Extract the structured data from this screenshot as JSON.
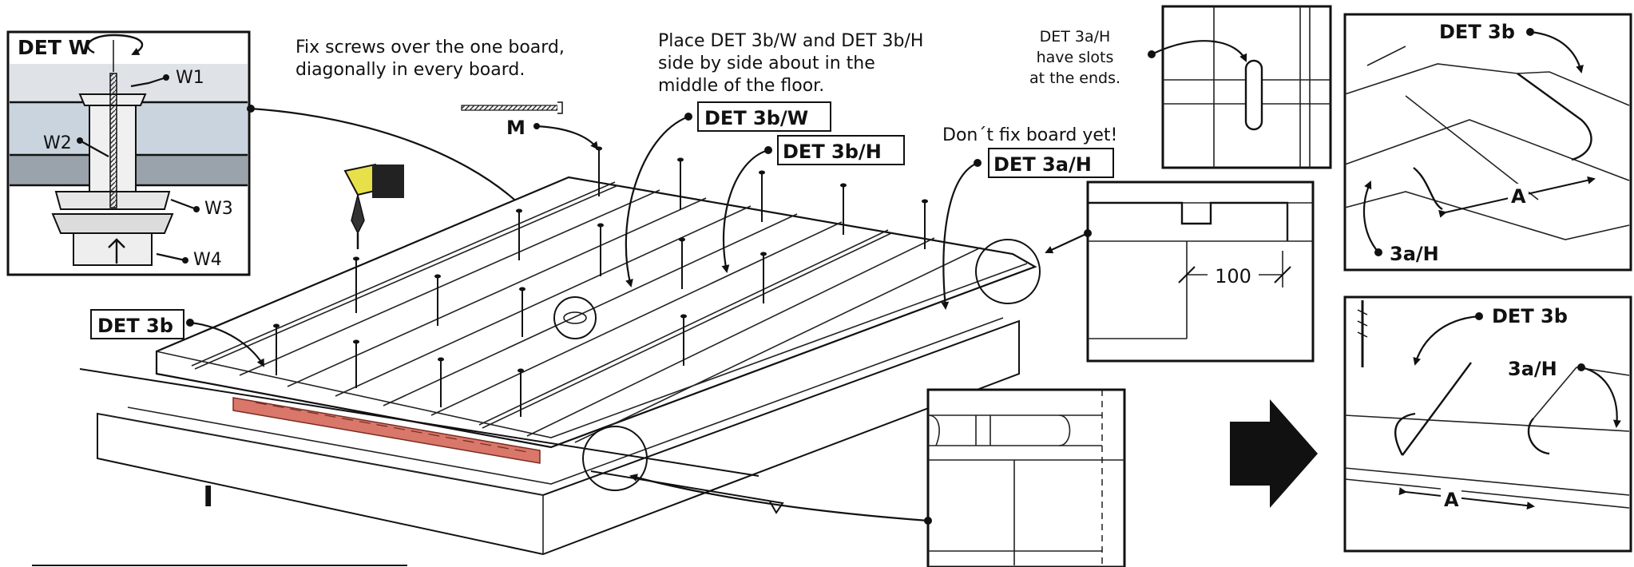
{
  "notes": {
    "fix_screws": [
      "Fix screws over the one board,",
      "diagonally in every board."
    ],
    "place_det": [
      "Place DET 3b/W and DET 3b/H",
      "side by side about in the",
      "middle of the floor."
    ],
    "dont_fix": "Don´t fix board yet!",
    "slots": [
      "DET 3a/H",
      "have slots",
      "at the ends."
    ]
  },
  "labels": {
    "det_w": "DET W",
    "w1": "W1",
    "w2": "W2",
    "w3": "W3",
    "w4": "W4",
    "m": "M",
    "det_3b_w": "DET 3b/W",
    "det_3b_h": "DET 3b/H",
    "det_3a_h": "DET 3a/H",
    "det_3b": "DET 3b",
    "det_3b_top": "DET 3b",
    "det_3b_bottom": "DET 3b",
    "i": "I",
    "dim_100": "100",
    "a_top": "A",
    "a_bottom": "A",
    "3a_h_top": "3a/H",
    "3a_h_bottom": "3a/H"
  },
  "colors": {
    "highlight_beam": "#d9776a",
    "pipe_fill": "#c9d4de",
    "drill_yellow": "#e8e04a"
  },
  "icons": [
    "drill-icon",
    "screw-icon",
    "rotate-arrow-icon",
    "next-step-arrow-icon"
  ]
}
